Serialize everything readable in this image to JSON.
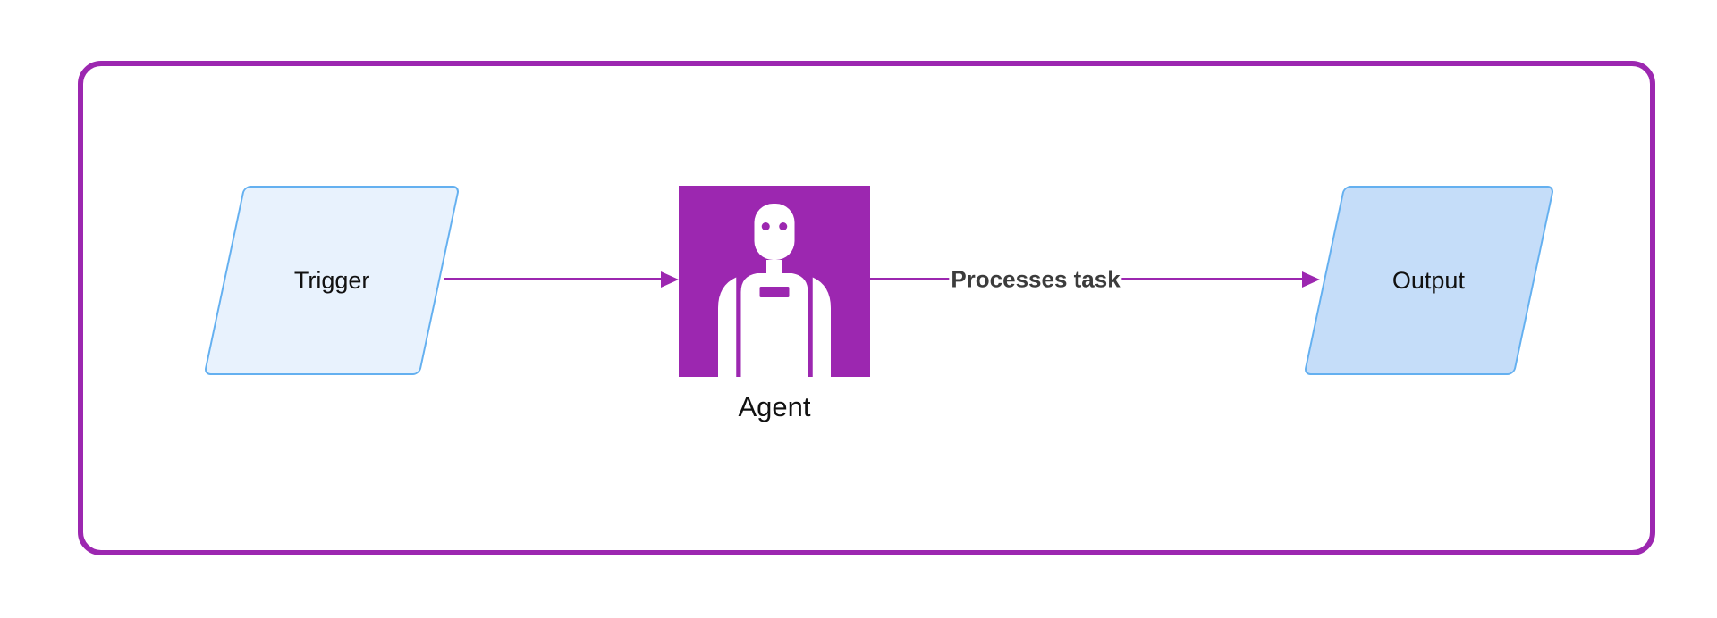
{
  "diagram": {
    "nodes": {
      "trigger": {
        "label": "Trigger",
        "shape": "parallelogram"
      },
      "agent": {
        "label": "Agent",
        "shape": "square",
        "icon": "robot-icon"
      },
      "output": {
        "label": "Output",
        "shape": "parallelogram"
      }
    },
    "edges": {
      "trigger_to_agent": {
        "label": ""
      },
      "agent_to_output": {
        "label": "Processes task"
      }
    }
  },
  "colors": {
    "purple": "#9c27b0",
    "frame_border": "#9c27b0",
    "trigger_fill": "#e8f2fd",
    "trigger_border": "#64b0f0",
    "output_fill": "#c5ddf9",
    "output_border": "#64b0f0",
    "edge_label_color": "#3c3c3c",
    "text_color": "#111111"
  }
}
